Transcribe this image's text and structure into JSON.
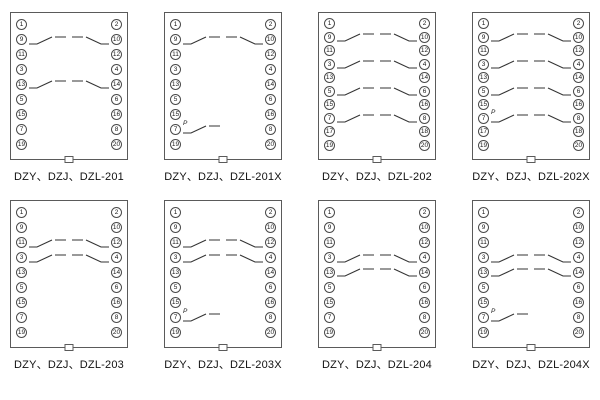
{
  "p_label": "P",
  "panels": [
    {
      "id": "dzl-201",
      "label": "DZY、DZJ、DZL-201",
      "rows": [
        {
          "l": "1",
          "r": "2"
        },
        {
          "l": "9",
          "r": "10",
          "cl": true,
          "cr": true
        },
        {
          "l": "11",
          "r": "12"
        },
        {
          "l": "3",
          "r": "4"
        },
        {
          "l": "13",
          "r": "14",
          "cl": true,
          "cr": true
        },
        {
          "l": "5",
          "r": "6"
        },
        {
          "l": "15",
          "r": "16"
        },
        {
          "l": "7",
          "r": "8"
        },
        {
          "l": "19",
          "r": "20"
        }
      ]
    },
    {
      "id": "dzl-201x",
      "label": "DZY、DZJ、DZL-201X",
      "rows": [
        {
          "l": "1",
          "r": "2"
        },
        {
          "l": "9",
          "r": "10",
          "cl": true,
          "cr": true
        },
        {
          "l": "11",
          "r": "12"
        },
        {
          "l": "3",
          "r": "4"
        },
        {
          "l": "13",
          "r": "14"
        },
        {
          "l": "5",
          "r": "6"
        },
        {
          "l": "15",
          "r": "16"
        },
        {
          "l": "7",
          "r": "8",
          "cl": true,
          "p": true
        },
        {
          "l": "19",
          "r": "20"
        }
      ]
    },
    {
      "id": "dzl-202",
      "label": "DZY、DZJ、DZL-202",
      "rows": [
        {
          "l": "1",
          "r": "2"
        },
        {
          "l": "9",
          "r": "10",
          "cl": true,
          "cr": true
        },
        {
          "l": "11",
          "r": "12"
        },
        {
          "l": "3",
          "r": "4",
          "cl": true,
          "cr": true
        },
        {
          "l": "13",
          "r": "14"
        },
        {
          "l": "5",
          "r": "6",
          "cl": true,
          "cr": true
        },
        {
          "l": "15",
          "r": "16"
        },
        {
          "l": "7",
          "r": "8",
          "cl": true,
          "cr": true
        },
        {
          "l": "17",
          "r": "18"
        },
        {
          "l": "19",
          "r": "20"
        }
      ]
    },
    {
      "id": "dzl-202x",
      "label": "DZY、DZJ、DZL-202X",
      "rows": [
        {
          "l": "1",
          "r": "2"
        },
        {
          "l": "9",
          "r": "10",
          "cl": true,
          "cr": true
        },
        {
          "l": "11",
          "r": "12"
        },
        {
          "l": "3",
          "r": "4",
          "cl": true,
          "cr": true
        },
        {
          "l": "13",
          "r": "14"
        },
        {
          "l": "5",
          "r": "6",
          "cl": true,
          "cr": true
        },
        {
          "l": "15",
          "r": "16"
        },
        {
          "l": "7",
          "r": "8",
          "cl": true,
          "cr": true,
          "p": true
        },
        {
          "l": "17",
          "r": "18"
        },
        {
          "l": "19",
          "r": "20"
        }
      ]
    },
    {
      "id": "dzl-203",
      "label": "DZY、DZJ、DZL-203",
      "rows": [
        {
          "l": "1",
          "r": "2"
        },
        {
          "l": "9",
          "r": "10"
        },
        {
          "l": "11",
          "r": "12",
          "cl": true,
          "cr": true
        },
        {
          "l": "3",
          "r": "4",
          "cl": true,
          "cr": true
        },
        {
          "l": "13",
          "r": "14"
        },
        {
          "l": "5",
          "r": "6"
        },
        {
          "l": "15",
          "r": "16"
        },
        {
          "l": "7",
          "r": "8"
        },
        {
          "l": "19",
          "r": "20"
        }
      ]
    },
    {
      "id": "dzl-203x",
      "label": "DZY、DZJ、DZL-203X",
      "rows": [
        {
          "l": "1",
          "r": "2"
        },
        {
          "l": "9",
          "r": "10"
        },
        {
          "l": "11",
          "r": "12",
          "cl": true,
          "cr": true
        },
        {
          "l": "3",
          "r": "4",
          "cl": true,
          "cr": true
        },
        {
          "l": "13",
          "r": "14"
        },
        {
          "l": "5",
          "r": "6"
        },
        {
          "l": "15",
          "r": "16"
        },
        {
          "l": "7",
          "r": "8",
          "cl": true,
          "p": true
        },
        {
          "l": "19",
          "r": "20"
        }
      ]
    },
    {
      "id": "dzl-204",
      "label": "DZY、DZJ、DZL-204",
      "rows": [
        {
          "l": "1",
          "r": "2"
        },
        {
          "l": "9",
          "r": "10"
        },
        {
          "l": "11",
          "r": "12"
        },
        {
          "l": "3",
          "r": "4",
          "cl": true,
          "cr": true
        },
        {
          "l": "13",
          "r": "14",
          "cl": true,
          "cr": true
        },
        {
          "l": "5",
          "r": "6"
        },
        {
          "l": "15",
          "r": "16"
        },
        {
          "l": "7",
          "r": "8"
        },
        {
          "l": "19",
          "r": "20"
        }
      ]
    },
    {
      "id": "dzl-204x",
      "label": "DZY、DZJ、DZL-204X",
      "rows": [
        {
          "l": "1",
          "r": "2"
        },
        {
          "l": "9",
          "r": "10"
        },
        {
          "l": "11",
          "r": "12"
        },
        {
          "l": "3",
          "r": "4",
          "cl": true,
          "cr": true
        },
        {
          "l": "13",
          "r": "14",
          "cl": true,
          "cr": true
        },
        {
          "l": "5",
          "r": "6"
        },
        {
          "l": "15",
          "r": "16"
        },
        {
          "l": "7",
          "r": "8",
          "cl": true,
          "p": true
        },
        {
          "l": "19",
          "r": "20"
        }
      ]
    }
  ]
}
